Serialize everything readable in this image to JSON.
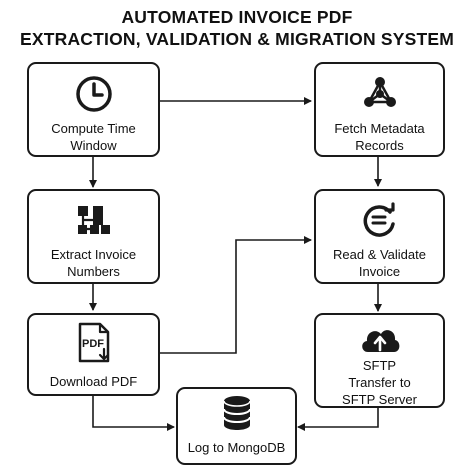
{
  "title": {
    "line1": "AUTOMATED INVOICE PDF",
    "line2": "EXTRACTION, VALIDATION & MIGRATION SYSTEM"
  },
  "nodes": {
    "compute_time": {
      "line1": "Compute Time",
      "line2": "Window",
      "icon": "clock-icon"
    },
    "fetch_metadata": {
      "line1": "Fetch Metadata",
      "line2": "Records",
      "icon": "network-nodes-icon"
    },
    "extract_invoice": {
      "line1": "Extract Invoice",
      "line2": "Numbers",
      "icon": "hierarchy-icon"
    },
    "read_validate": {
      "line1": "Read & Validate",
      "line2": "Invoice",
      "icon": "refresh-list-icon"
    },
    "download_pdf": {
      "line1": "Download PDF",
      "icon": "pdf-download-icon",
      "icon_text": "PDF"
    },
    "sftp_transfer": {
      "line1": "SFTP",
      "line2": "Transfer to",
      "line3": "SFTP Server",
      "icon": "cloud-upload-icon"
    },
    "log_mongodb": {
      "line1": "Log to MongoDB",
      "icon": "database-icon"
    }
  },
  "colors": {
    "stroke": "#1a1a1a",
    "background": "#ffffff"
  }
}
